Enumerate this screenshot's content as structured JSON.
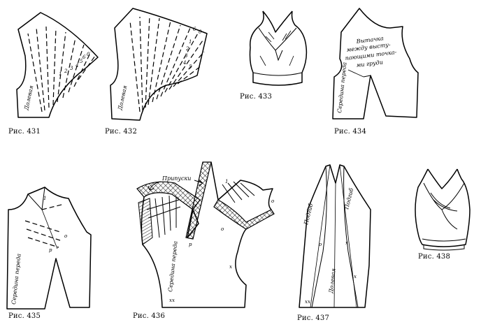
{
  "figures": {
    "f431": {
      "caption": "Рис. 431",
      "grain_label": "Долевая",
      "num_labels": [
        "1",
        "2",
        "3",
        "4",
        "5",
        "6",
        "0"
      ]
    },
    "f432": {
      "caption": "Рис. 432",
      "grain_label": "Долевая",
      "num_labels": [
        "1",
        "2",
        "3",
        "4",
        "5",
        "6",
        "0"
      ]
    },
    "f433": {
      "caption": "Рис. 433"
    },
    "f434": {
      "caption": "Рис. 434",
      "dart_note": [
        "Вытачка",
        "между высту-",
        "пающими точка-",
        "ми груди"
      ],
      "center_label": "Середина переда"
    },
    "f435": {
      "caption": "Рис. 435",
      "center_label": "Середина переда",
      "point_labels": [
        "1",
        "р",
        "о"
      ]
    },
    "f436": {
      "caption": "Рис. 436",
      "allowance_label": "Припуски",
      "center_label": "Середина переда",
      "point_labels": [
        "р",
        "о",
        "о",
        "хх",
        "х",
        "1"
      ]
    },
    "f437": {
      "caption": "Рис. 437",
      "fold_label_left": "Подгиб",
      "fold_label_right": "Подгиб",
      "grain_label": "Долевая",
      "point_labels": [
        "о",
        "х",
        "х",
        "хх"
      ]
    },
    "f438": {
      "caption": "Рис. 438"
    }
  }
}
